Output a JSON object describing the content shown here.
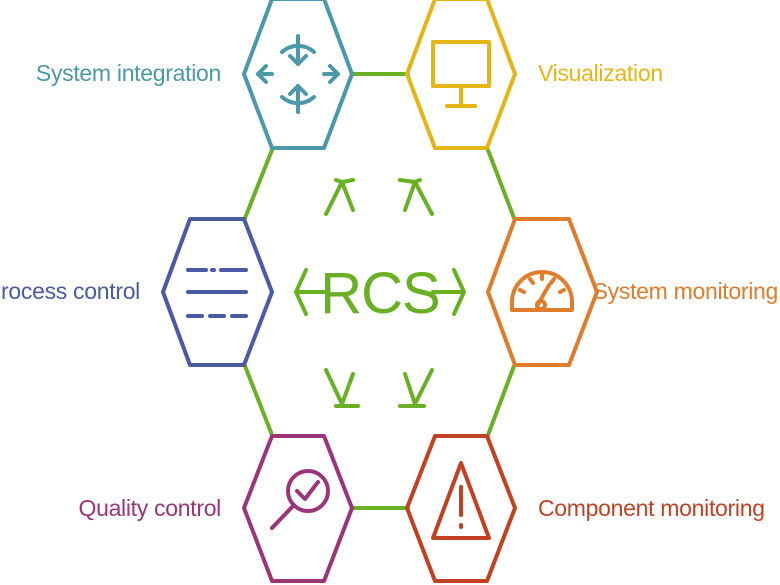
{
  "center": {
    "label": "RCS",
    "color": "#6ab023"
  },
  "colors": {
    "connector": "#6ab023",
    "system_integration": "#4a98a8",
    "visualization": "#e5b415",
    "process_control": "#4a5aa5",
    "system_monitoring": "#e07c2a",
    "quality_control": "#9a3578",
    "component_monitoring": "#c04223"
  },
  "nodes": [
    {
      "key": "system-integration",
      "label": "System integration",
      "icon": "sync-arrows-icon",
      "color": "#4a98a8"
    },
    {
      "key": "visualization",
      "label": "Visualization",
      "icon": "monitor-icon",
      "color": "#e5b415"
    },
    {
      "key": "process-control",
      "label": "Process control",
      "icon": "dashed-lines-icon",
      "color": "#4a5aa5"
    },
    {
      "key": "system-monitoring",
      "label": "System monitoring",
      "icon": "gauge-icon",
      "color": "#e07c2a"
    },
    {
      "key": "quality-control",
      "label": "Quality control",
      "icon": "magnifier-check-icon",
      "color": "#9a3578"
    },
    {
      "key": "component-monitoring",
      "label": "Component monitoring",
      "icon": "warning-triangle-icon",
      "color": "#c04223"
    }
  ]
}
